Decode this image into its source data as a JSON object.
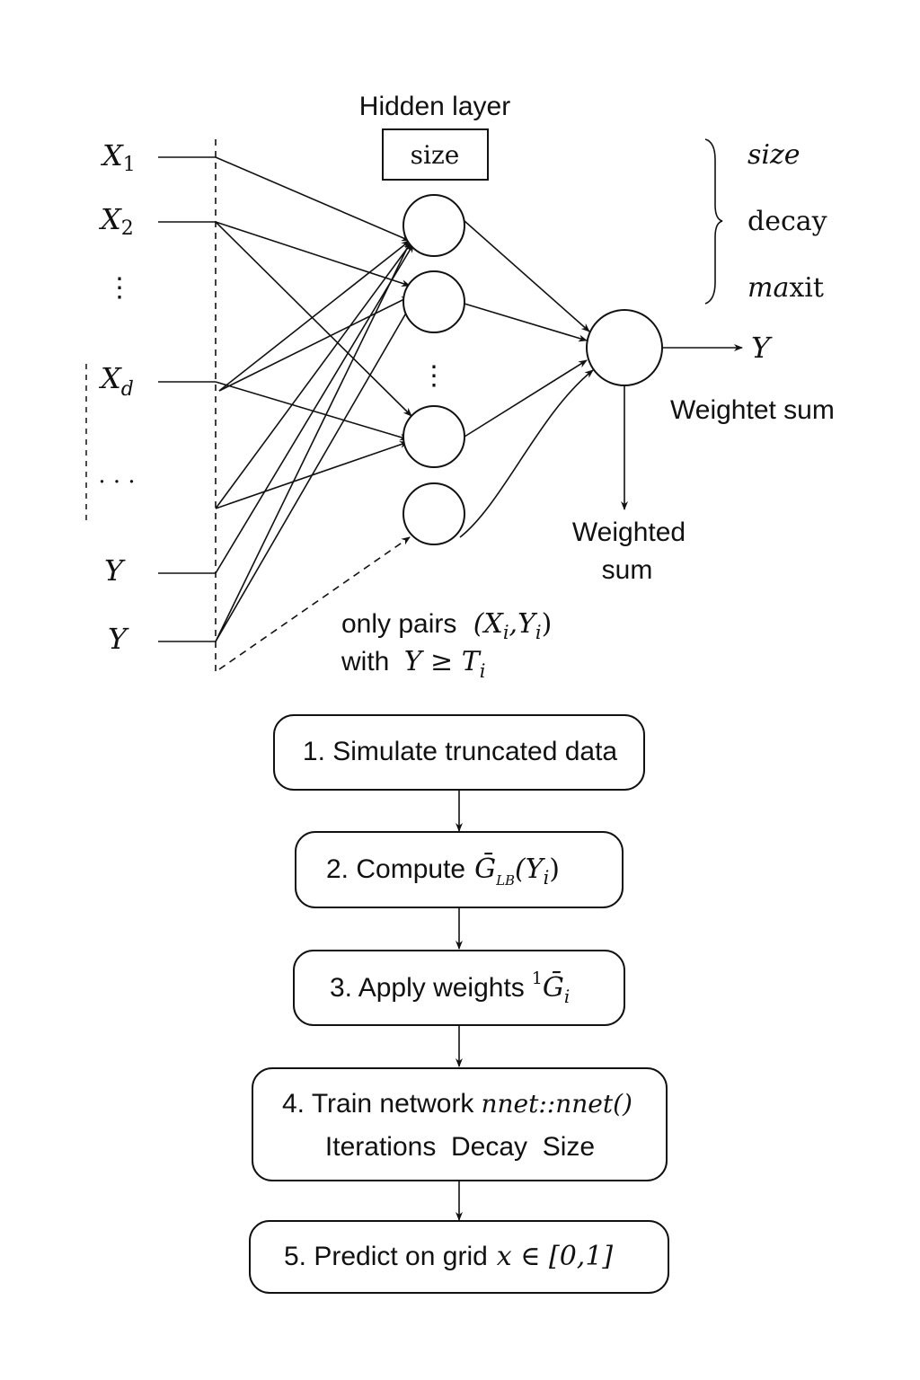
{
  "diagram": {
    "hidden_layer_title": "Hidden layer",
    "hidden_layer_box": "size",
    "inputs": {
      "x1": {
        "base": "X",
        "sub": "1"
      },
      "x2": {
        "base": "X",
        "sub": "2"
      },
      "vdots": "⋮",
      "xd": {
        "base": "X",
        "sub": "d"
      },
      "hdots": "· · ·",
      "y_upper": "Y",
      "y_lower": "Y"
    },
    "hidden_vdots": "⋮",
    "params": {
      "size": "size",
      "decay": "decay",
      "maxit_a": "ma",
      "maxit_b": "xit"
    },
    "output_label": "Y",
    "weightet_sum": "Weightet sum",
    "weighted_sum_line1": "Weighted",
    "weighted_sum_line2": "sum",
    "note": {
      "line1_text": "only pairs",
      "line1_math_a": "(X",
      "line1_math_sub1": "i",
      "line1_math_b": ",Y",
      "line1_math_sub2": "i",
      "line1_math_c": ")",
      "line2_text": "with",
      "line2_math_a": "Y ≥ T",
      "line2_math_sub": "i"
    }
  },
  "steps": [
    {
      "text": "1. Simulate truncated data"
    },
    {
      "text": "2. Compute",
      "math": "Ḡ",
      "sub": "LB",
      "math2": "(Y",
      "sub2": "i",
      "math3": ")"
    },
    {
      "text": "3. Apply weights",
      "frac_num": "1",
      "math": "Ḡ",
      "sub": "i"
    },
    {
      "text": "4. Train network",
      "math": "nnet::nnet()",
      "line2": "Iterations  Decay  Size"
    },
    {
      "text": "5. Predict on grid",
      "math": "x ∈ [0,1]"
    }
  ]
}
